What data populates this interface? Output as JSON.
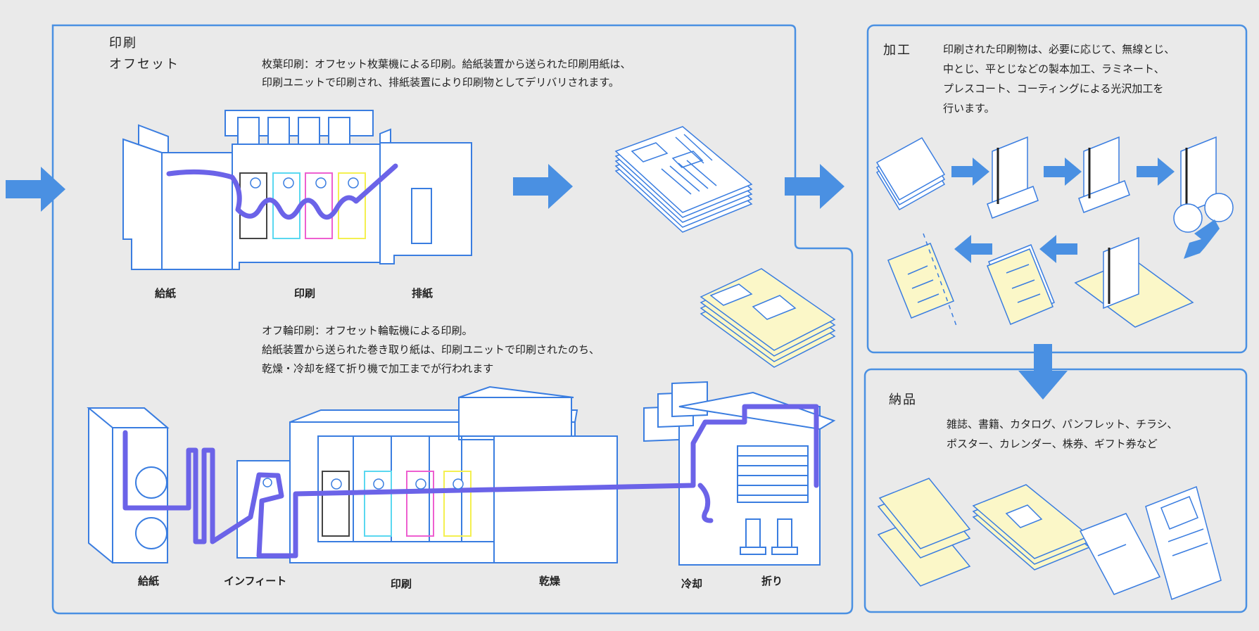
{
  "printing": {
    "heading_1": "印刷",
    "heading_2": "オフセット",
    "sheet_desc_1": "枚葉印刷：オフセット枚葉機による印刷。給紙装置から送られた印刷用紙は、",
    "sheet_desc_2": "印刷ユニットで印刷され、排紙装置により印刷物としてデリバリされます。",
    "sheet_labels": [
      "給紙",
      "印刷",
      "排紙"
    ],
    "web_desc_1": "オフ輪印刷：オフセット輪転機による印刷。",
    "web_desc_2": "給紙装置から送られた巻き取り紙は、印刷ユニットで印刷されたのち、",
    "web_desc_3": "乾燥・冷却を経て折り機で加工までが行われます",
    "web_labels": [
      "給紙",
      "インフィート",
      "印刷",
      "乾燥",
      "冷却",
      "折り"
    ]
  },
  "processing": {
    "heading": "加工",
    "desc_1": "印刷された印刷物は、必要に応じて、無線とじ、",
    "desc_2": "中とじ、平とじなどの製本加工、ラミネート、",
    "desc_3": "プレスコート、コーティングによる光沢加工を",
    "desc_4": "行います。"
  },
  "delivery": {
    "heading": "納品",
    "desc_1": "雑誌、書籍、カタログ、パンフレット、チラシ、",
    "desc_2": "ポスター、カレンダー、株券、ギフト券など"
  },
  "colors": {
    "frame": "#4a90e2",
    "arrow": "#4a90e2",
    "paper_path": "#6b63e8",
    "cyan": "#5ad8f0",
    "magenta": "#ee5fd0",
    "yellow": "#f4f050",
    "black": "#444444",
    "paper_fill": "#fbf7c8",
    "background": "#eaeaea"
  }
}
